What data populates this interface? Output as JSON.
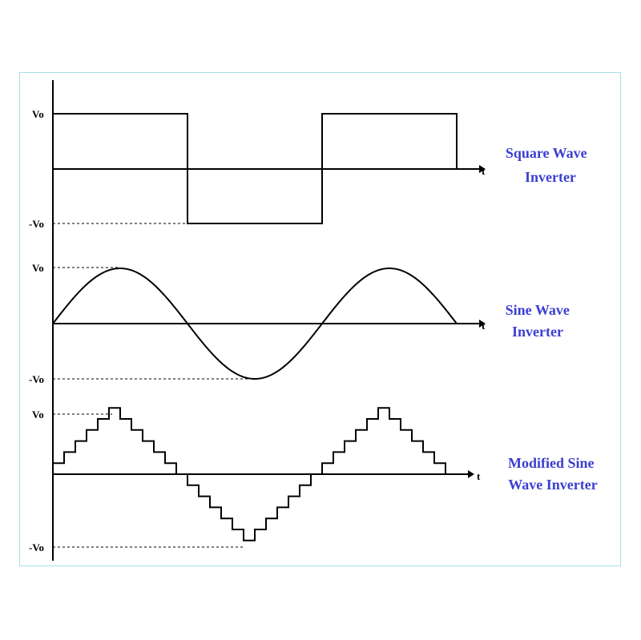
{
  "panels": [
    {
      "kind": "square",
      "vmax_label": "Vo",
      "vmin_label": "-Vo",
      "t_label": "t",
      "caption": [
        "Square Wave",
        "Inverter"
      ]
    },
    {
      "kind": "sine",
      "vmax_label": "Vo",
      "vmin_label": "-Vo",
      "t_label": "t",
      "caption": [
        "Sine Wave",
        "Inverter"
      ]
    },
    {
      "kind": "modified",
      "vmax_label": "Vo",
      "vmin_label": "-Vo",
      "t_label": "t",
      "caption": [
        "Modified Sine",
        "Wave Inverter"
      ]
    }
  ],
  "colors": {
    "frame_border": "#a8dde6",
    "caption": "#3b3fd0",
    "stroke": "#000000"
  }
}
